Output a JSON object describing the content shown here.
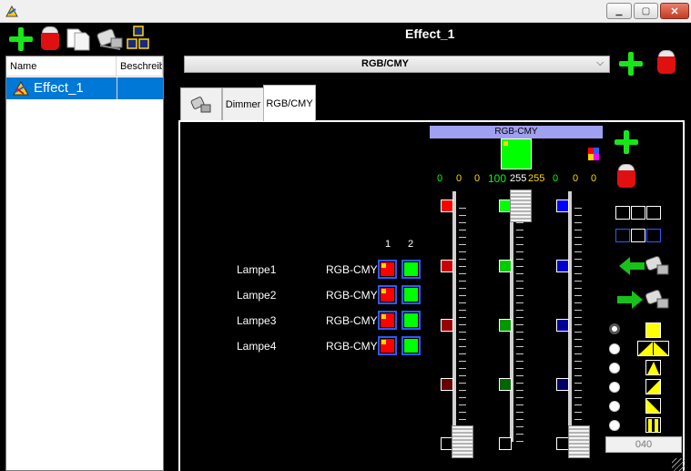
{
  "window": {
    "controls": {
      "minimize": "▁",
      "maximize": "▢",
      "close": "✕"
    }
  },
  "toolbar": {
    "icons": [
      "add-icon",
      "delete-bucket-icon",
      "copy-pages-icon",
      "moving-head-icon",
      "group-blocks-icon"
    ]
  },
  "list": {
    "columns": [
      "Name",
      "Beschreibe"
    ],
    "rows": [
      {
        "name": "Effect_1"
      }
    ]
  },
  "effect": {
    "title": "Effect_1",
    "mode_select": {
      "value": "RGB/CMY",
      "arrow": "⌵"
    }
  },
  "tabs": [
    {
      "label": "",
      "icon": "moving-head-icon"
    },
    {
      "label": "Dimmer"
    },
    {
      "label": "RGB/CMY",
      "active": true
    }
  ],
  "rgb": {
    "header": "RGB-CMY",
    "columns": [
      "1",
      "2"
    ],
    "lamps": [
      {
        "name": "Lampe1",
        "type": "RGB-CMY"
      },
      {
        "name": "Lampe2",
        "type": "RGB-CMY"
      },
      {
        "name": "Lampe3",
        "type": "RGB-CMY"
      },
      {
        "name": "Lampe4",
        "type": "RGB-CMY"
      }
    ],
    "values": [
      "0",
      "0",
      "0",
      "100",
      "255",
      "255",
      "0",
      "0",
      "0"
    ],
    "preview_color": "#00ff00",
    "speed": "040",
    "colors": {
      "red": "#ff0000",
      "green": "#00ff00",
      "blue": "#0000ff",
      "header": "#a0a0f0",
      "accent": "#ffd700"
    }
  }
}
